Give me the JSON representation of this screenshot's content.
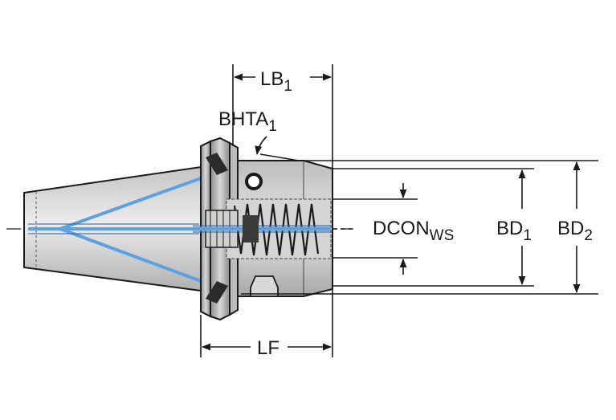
{
  "labels": {
    "lb": {
      "main": "LB",
      "sub": "1"
    },
    "bhta": {
      "main": "BHTA",
      "sub": "1"
    },
    "dcon": {
      "main": "DCON",
      "sub": "WS"
    },
    "bd1": {
      "main": "BD",
      "sub": "1"
    },
    "bd2": {
      "main": "BD",
      "sub": "2"
    },
    "lf": {
      "main": "LF"
    }
  },
  "colors": {
    "body_light": "#e2e2e2",
    "body_mid": "#b9b9b9",
    "body_dark": "#8c8c8c",
    "coolant": "#5fa0e0",
    "outline": "#1a1a1a"
  }
}
